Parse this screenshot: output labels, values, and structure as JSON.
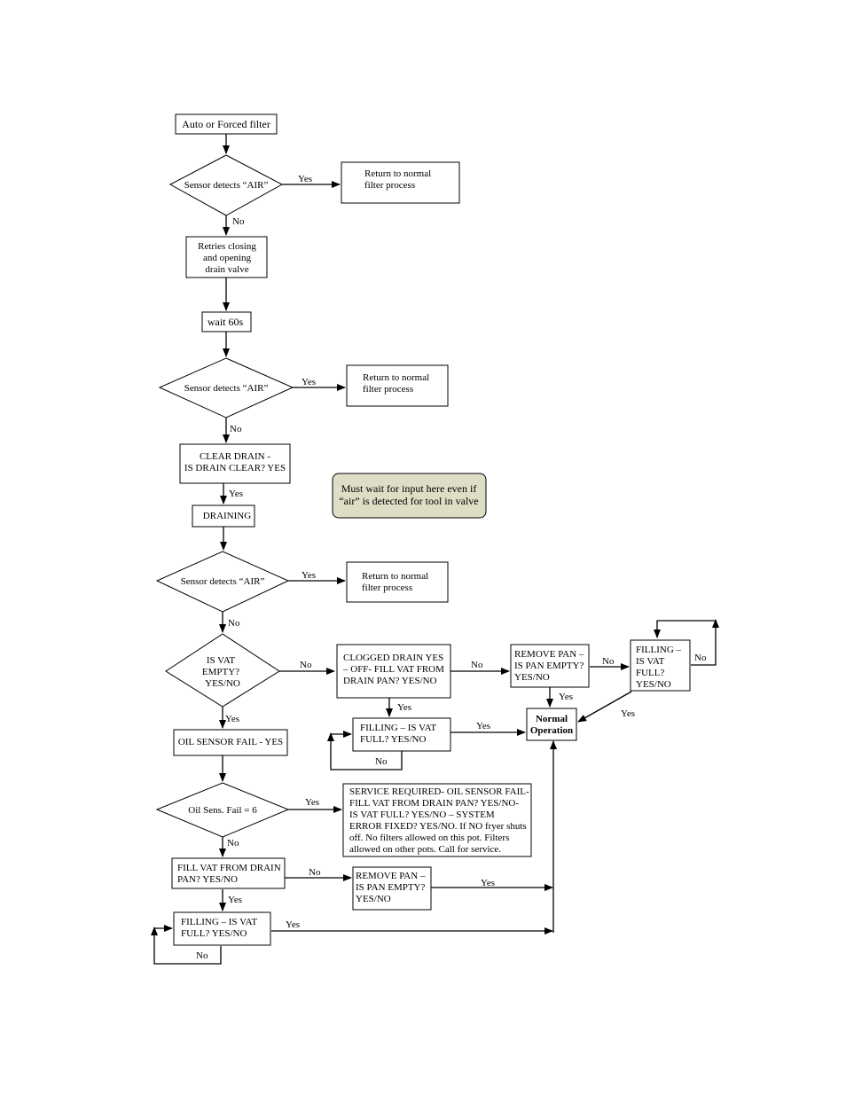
{
  "nodes": {
    "start": "Auto or Forced filter",
    "d1": "Sensor detects “AIR”",
    "r1": [
      "Return to normal",
      "filter process"
    ],
    "retries": [
      "Retries closing",
      "and opening",
      "drain valve"
    ],
    "wait": "wait 60s",
    "d2": "Sensor detects “AIR”",
    "r2": [
      "Return to normal",
      "filter process"
    ],
    "clear": [
      "CLEAR DRAIN -",
      "IS DRAIN CLEAR? YES"
    ],
    "note": [
      "Must wait for input here even if",
      "“air” is detected for tool in valve"
    ],
    "draining": "DRAINING",
    "d3": "Sensor detects “AIR”",
    "r3": [
      "Return to normal",
      "filter process"
    ],
    "vat_empty": [
      "IS VAT",
      "EMPTY?",
      "YES/NO"
    ],
    "clogged": [
      "CLOGGED DRAIN YES",
      "– OFF- FILL VAT FROM",
      "DRAIN PAN? YES/NO"
    ],
    "remove1": [
      "REMOVE PAN –",
      "IS PAN EMPTY?",
      "YES/NO"
    ],
    "filling1": [
      "FILLING –",
      "IS VAT",
      "FULL?",
      "YES/NO"
    ],
    "normal": [
      "Normal",
      "Operation"
    ],
    "filling2": [
      "FILLING – IS VAT",
      "FULL? YES/NO"
    ],
    "oil_fail": "OIL SENSOR FAIL - YES",
    "d4": "Oil Sens. Fail = 6",
    "service": [
      "SERVICE REQUIRED- OIL SENSOR FAIL-",
      "FILL VAT FROM DRAIN PAN? YES/NO-",
      "IS VAT FULL?  YES/NO – SYSTEM",
      "ERROR FIXED? YES/NO.  If NO fryer shuts",
      "off. No filters allowed on this pot. Filters",
      "allowed on other pots. Call for service."
    ],
    "fillvat": [
      "FILL VAT FROM DRAIN",
      "PAN? YES/NO"
    ],
    "remove2": [
      "REMOVE PAN –",
      "IS PAN EMPTY?",
      "YES/NO"
    ],
    "filling3": [
      "FILLING – IS VAT",
      "FULL? YES/NO"
    ]
  },
  "edge_labels": {
    "yes": "Yes",
    "no": "No"
  }
}
